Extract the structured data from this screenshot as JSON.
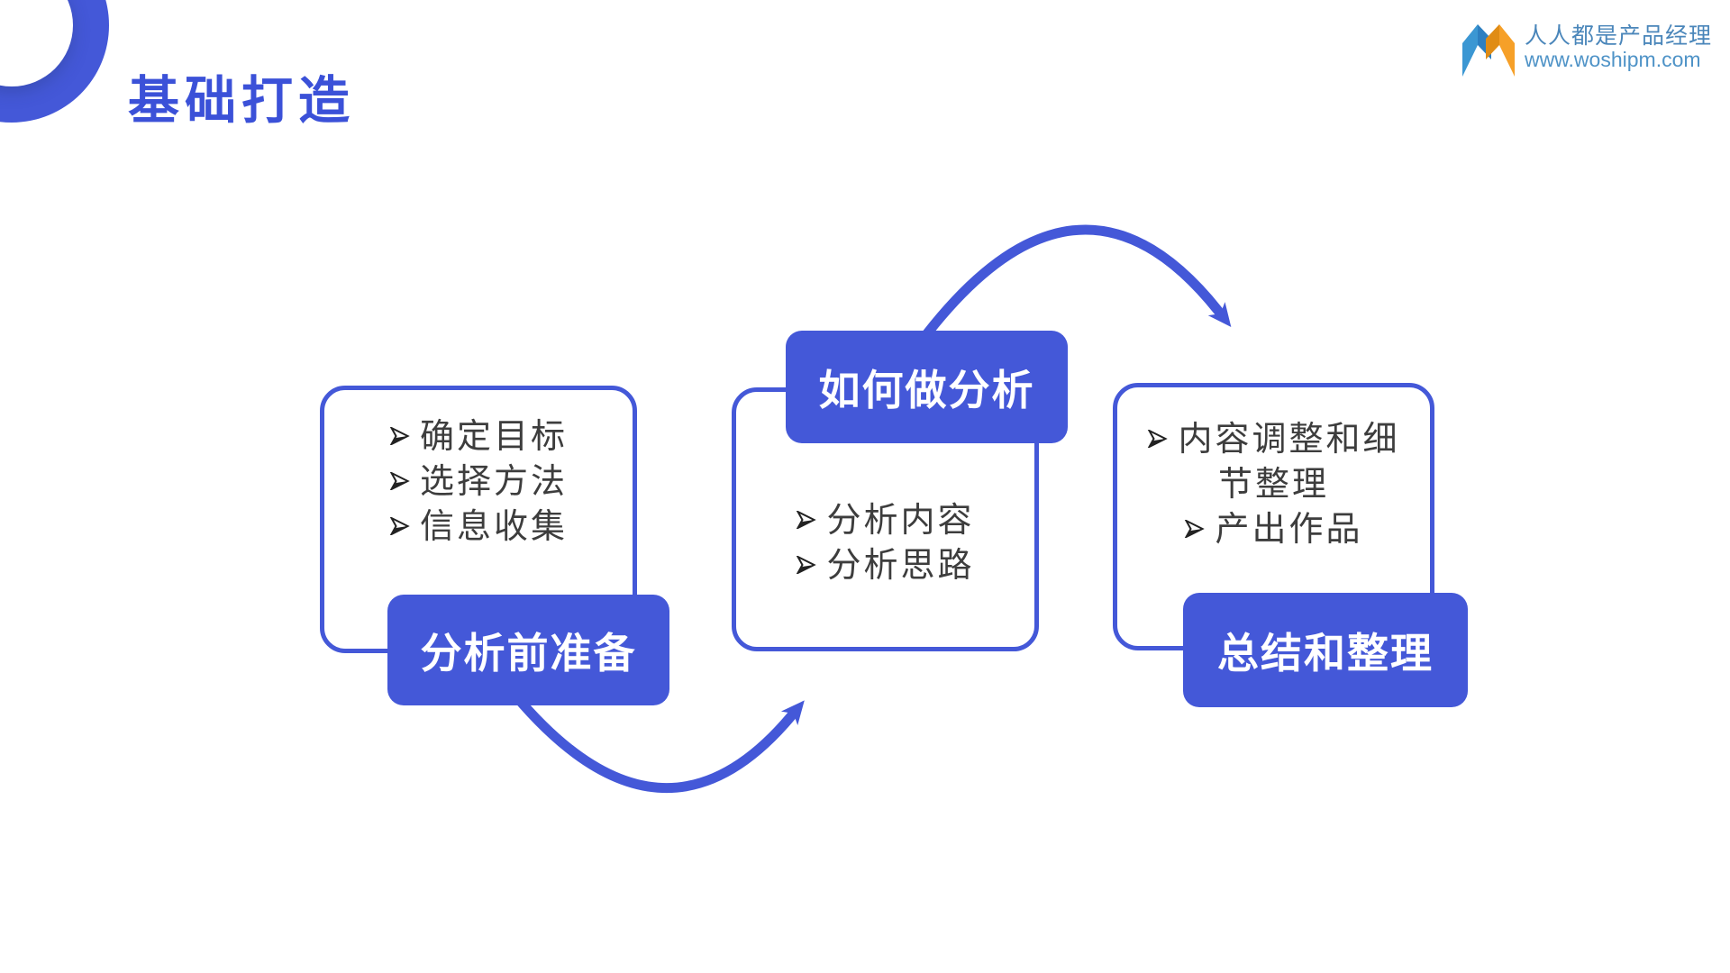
{
  "page": {
    "title": "基础打造"
  },
  "logo": {
    "name": "人人都是产品经理",
    "url": "www.woshipm.com"
  },
  "colors": {
    "primary_blue": "#4458d8",
    "title_blue": "#3b51d8",
    "body_text": "#3d3d3d",
    "logo_blue": "#3b97d3",
    "logo_orange": "#f6a028",
    "logo_text_blue": "#4a86ba"
  },
  "icons": {
    "bullet": "three-d-arrowhead",
    "logo_mark": "woshipm-m-ribbon",
    "corner_decoration": "blue-ring"
  },
  "boxes": [
    {
      "label": "分析前准备",
      "items": [
        "确定目标",
        "选择方法",
        "信息收集"
      ]
    },
    {
      "label": "如何做分析",
      "items": [
        "分析内容",
        "分析思路"
      ]
    },
    {
      "label": "总结和整理",
      "items": [
        "内容调整和细节整理",
        "产出作品"
      ]
    }
  ],
  "arrows": [
    {
      "name": "from 分析前准备 to 如何做分析",
      "direction": "bottom-curve-right"
    },
    {
      "name": "from 如何做分析 to 总结和整理",
      "direction": "top-curve-right"
    }
  ]
}
